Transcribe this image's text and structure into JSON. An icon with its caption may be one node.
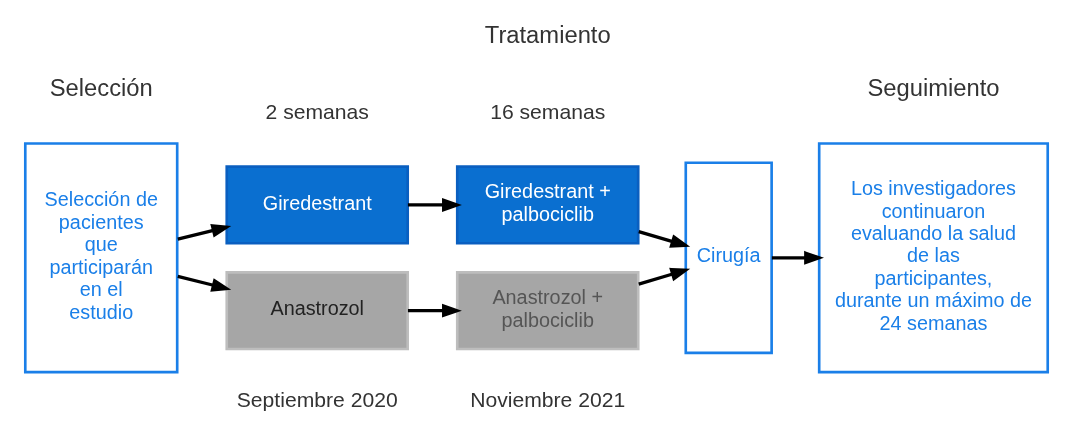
{
  "diagram": {
    "nodes": [
      {
        "text": [
          "Selección de pacientes que participarán en el estudio"
        ]
      },
      {
        "text": [
          "Giredestrant"
        ]
      },
      {
        "text": [
          "Giredestrant + palbociclib"
        ]
      },
      {
        "text": [
          "Anastrozol"
        ]
      },
      {
        "text": [
          "Anastrozol + palbociclib"
        ]
      },
      {
        "text": [
          "Cirugía"
        ]
      },
      {
        "text": [
          "Los investigadores continuaron evaluando la salud de las participantes, durante un máximo de 24 semanas"
        ]
      }
    ],
    "edges": [
      {
        "from": 0,
        "to": 1,
        "arrow": "to"
      },
      {
        "from": 0,
        "to": 3,
        "arrow": "to"
      },
      {
        "from": 1,
        "to": 2,
        "arrow": "to"
      },
      {
        "from": 3,
        "to": 4,
        "arrow": "to"
      },
      {
        "from": 2,
        "to": 5,
        "arrow": "to"
      },
      {
        "from": 4,
        "to": 5,
        "arrow": "to"
      },
      {
        "from": 5,
        "to": 6,
        "arrow": "to"
      }
    ],
    "labels": [
      "Selección",
      "Tratamiento",
      "Seguimiento",
      "2 semanas",
      "16 semanas",
      "Septiembre 2020",
      "Noviembre 2021"
    ]
  }
}
